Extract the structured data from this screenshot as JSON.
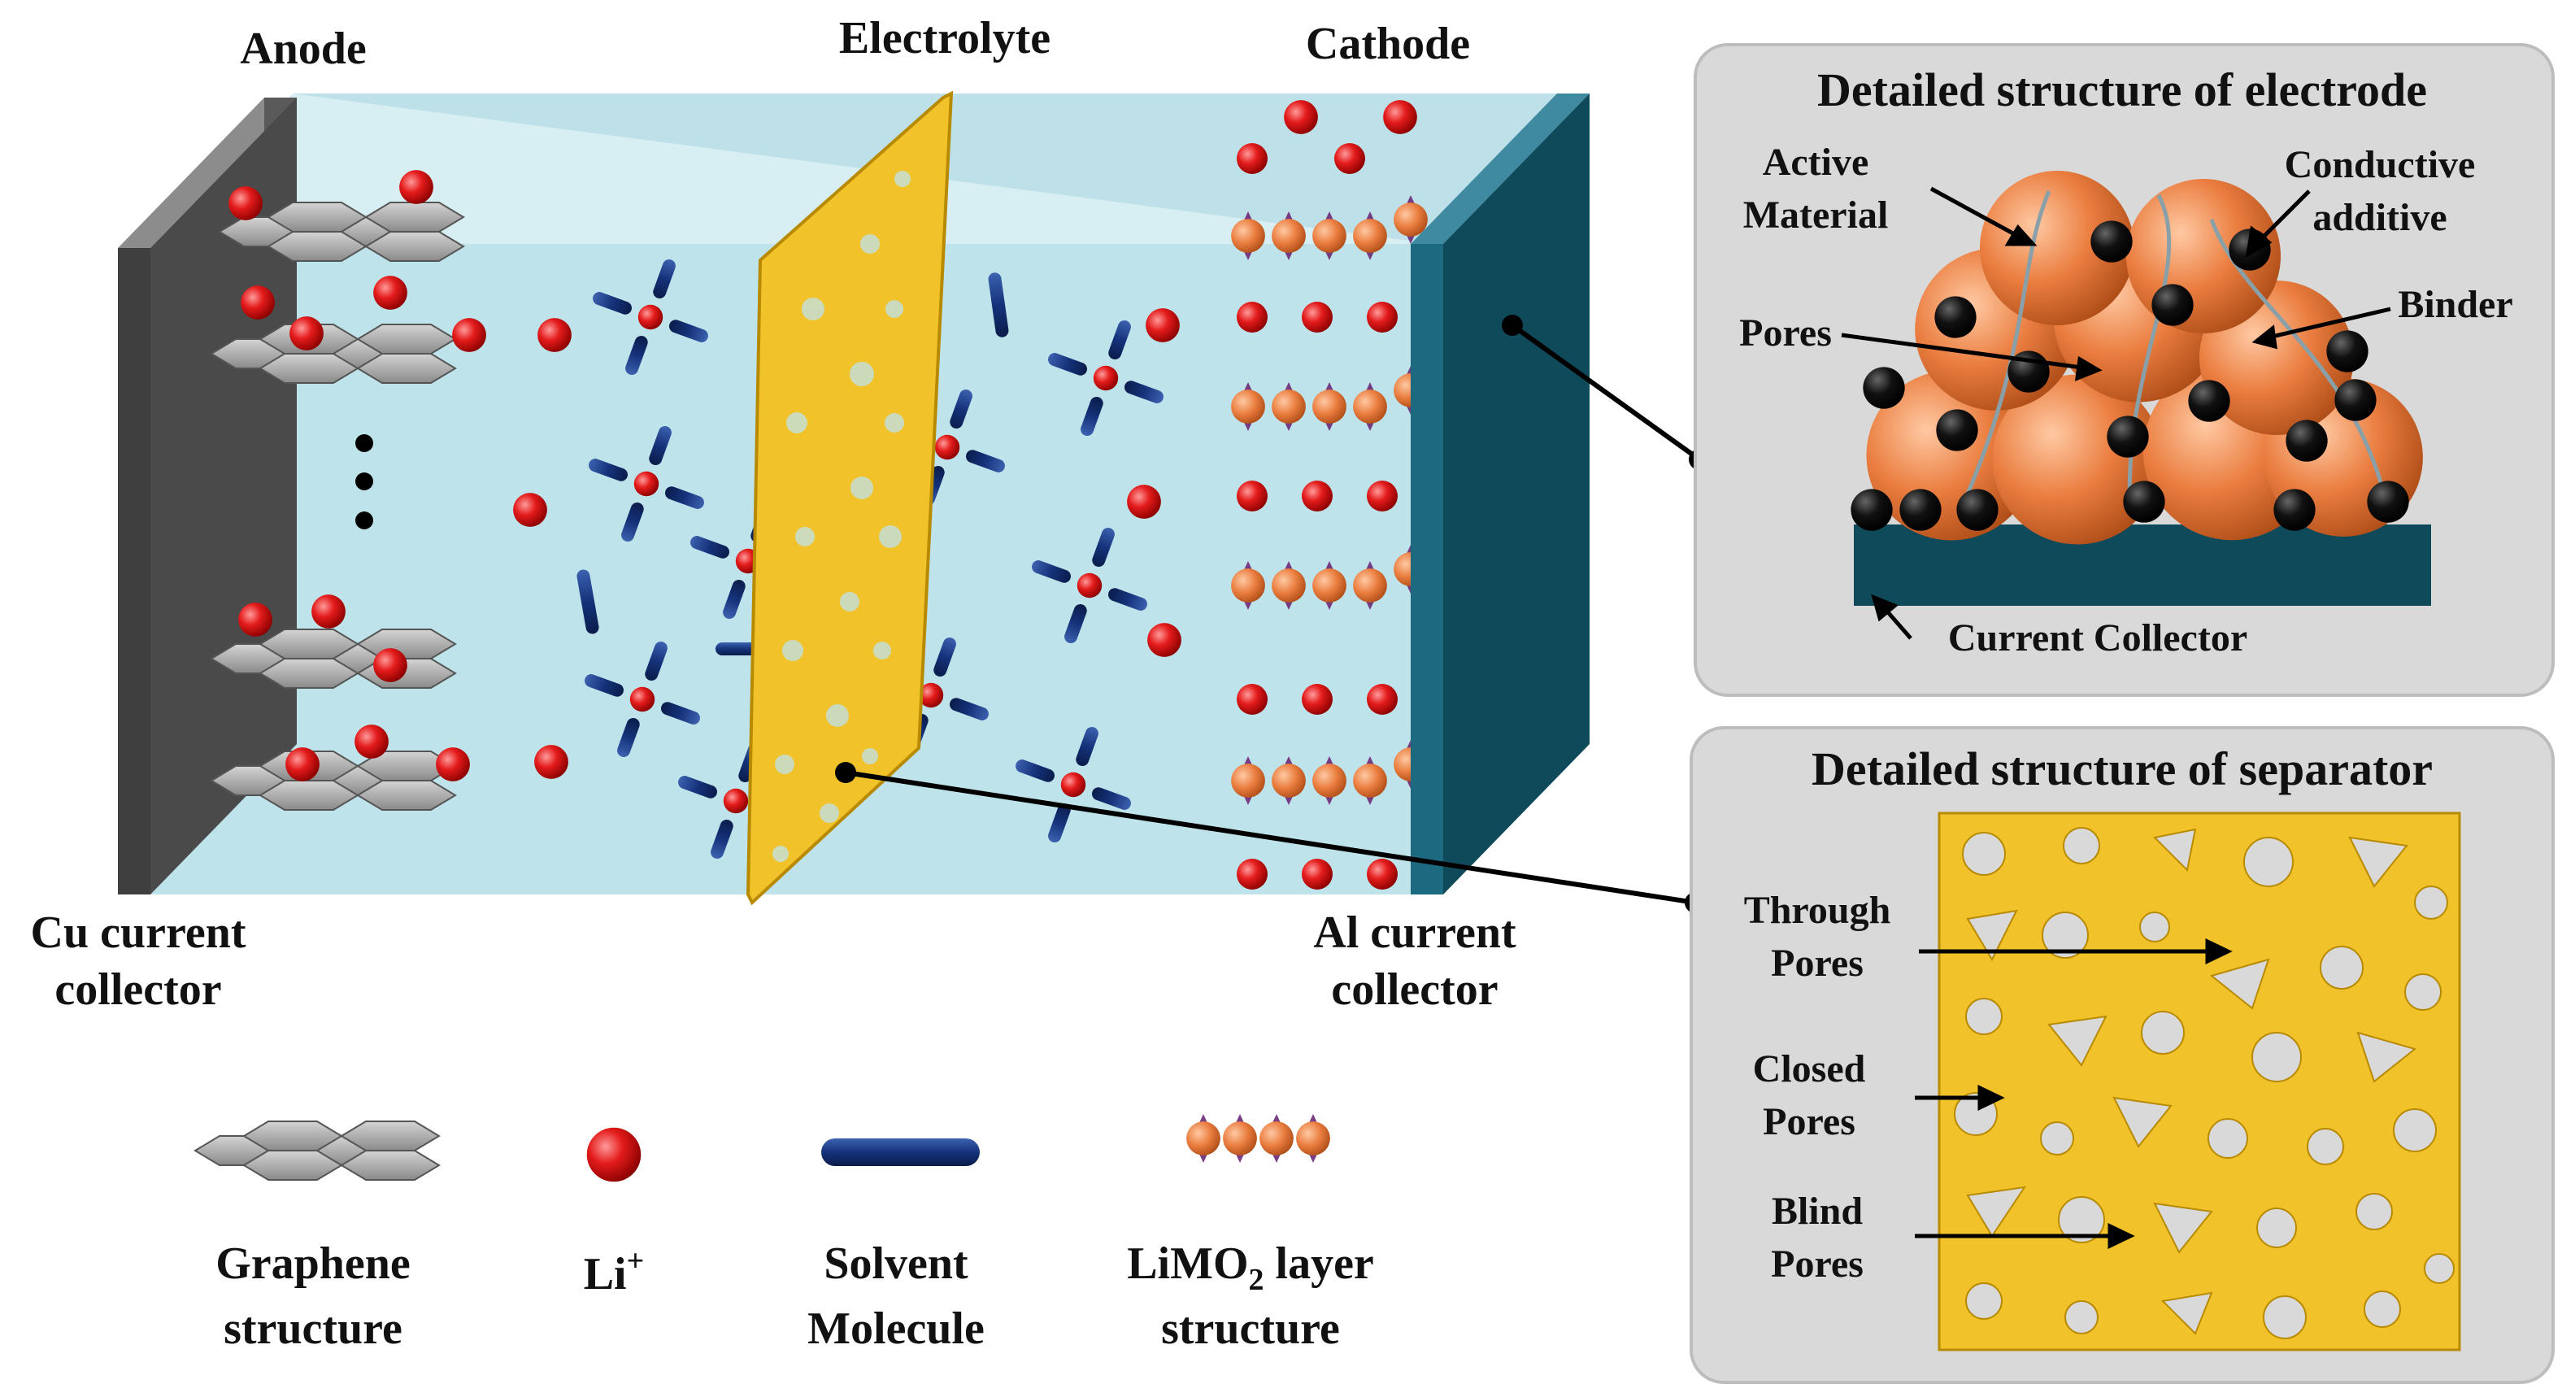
{
  "cell": {
    "anode_label": "Anode",
    "electrolyte_label": "Electrolyte",
    "cathode_label": "Cathode",
    "cu_collector": [
      "Cu current",
      "collector"
    ],
    "al_collector": [
      "Al current",
      "collector"
    ]
  },
  "electrode_panel": {
    "title": "Detailed structure of electrode",
    "labels": {
      "active_material": [
        "Active",
        "Material"
      ],
      "conductive_additive": [
        "Conductive",
        "additive"
      ],
      "pores": "Pores",
      "binder": "Binder",
      "current_collector": "Current Collector"
    }
  },
  "separator_panel": {
    "title": "Detailed structure of separator",
    "labels": {
      "through_pores": [
        "Through",
        "Pores"
      ],
      "closed_pores": [
        "Closed",
        "Pores"
      ],
      "blind_pores": [
        "Blind",
        "Pores"
      ]
    }
  },
  "legend": {
    "graphene": [
      "Graphene",
      "structure"
    ],
    "li_ion": "Li",
    "li_charge": "+",
    "solvent": [
      "Solvent",
      "Molecule"
    ],
    "limo2_main": "LiMO",
    "limo2_sub": "2",
    "limo2_rest": " layer",
    "limo2_line2": "structure"
  },
  "colors": {
    "electrolyte": "#bfe3ea",
    "cu_collector": "#4a4a4a",
    "al_collector": "#0f4a5a",
    "separator": "#f2c22a",
    "li_ion": "#e01818",
    "solvent": "#1a3a7a",
    "active_particle": "#e8834a",
    "carbon_black": "#111111",
    "panel_bg": "#d9d9d9"
  }
}
